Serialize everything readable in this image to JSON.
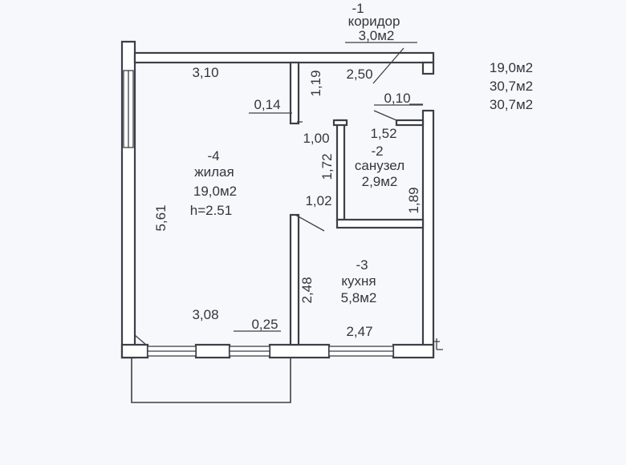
{
  "rooms": {
    "corridor": {
      "number": "-1",
      "name": "коридор",
      "area": "3,0м2"
    },
    "bathroom": {
      "number": "-2",
      "name": "санузел",
      "area": "2,9м2"
    },
    "kitchen": {
      "number": "-3",
      "name": "кухня",
      "area": "5,8м2"
    },
    "living": {
      "number": "-4",
      "name": "жилая",
      "area": "19,0м2",
      "height": "h=2.51"
    }
  },
  "totals": [
    "19,0м2",
    "30,7м2",
    "30,7м2"
  ],
  "dimensions": {
    "living_top": "3,10",
    "corridor_top": "2,50",
    "partition_119": "1,19",
    "partition_014": "0,14",
    "wall_010": "0,10",
    "door_100": "1,00",
    "bath_top": "1,52",
    "bath_left": "1,72",
    "bath_right": "1,89",
    "door_102": "1,02",
    "living_height": "5,61",
    "kitchen_left": "2,48",
    "living_bottom": "3,08",
    "wall_025": "0,25",
    "kitchen_bottom": "2,47"
  }
}
